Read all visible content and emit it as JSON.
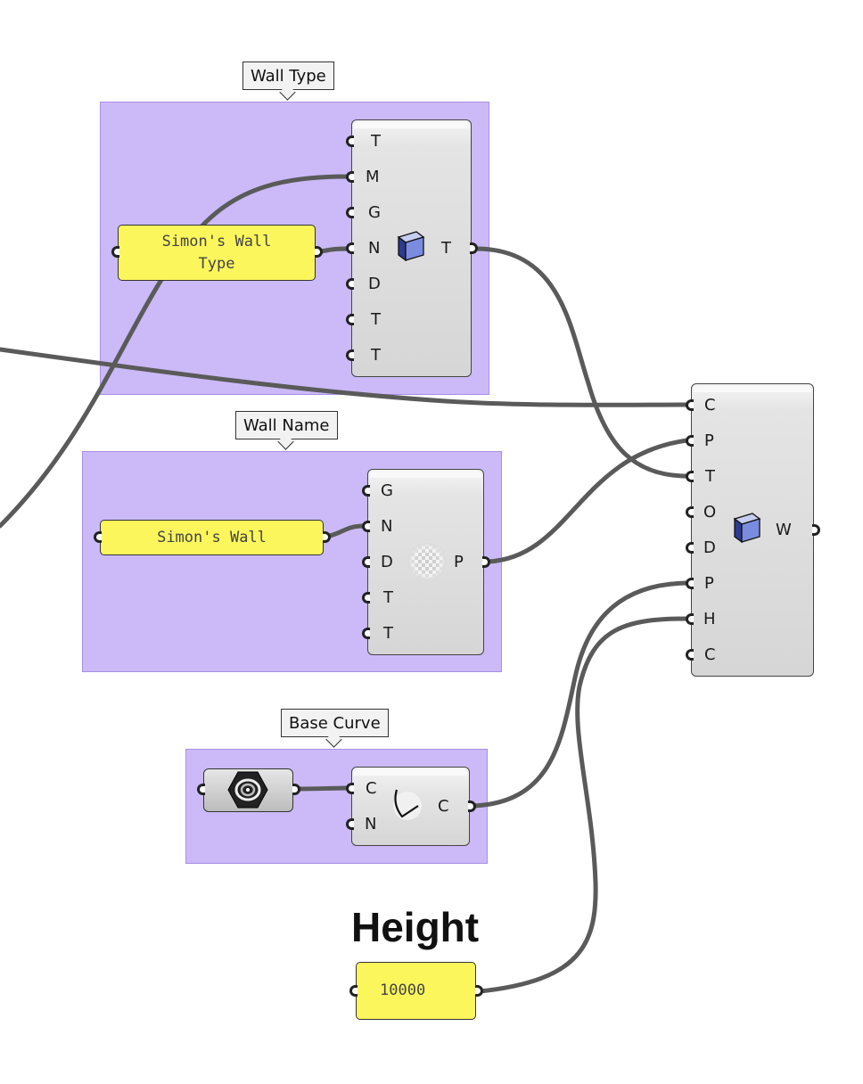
{
  "groups": {
    "wall_type": {
      "label": "Wall Type"
    },
    "wall_name": {
      "label": "Wall Name"
    },
    "base_curve": {
      "label": "Base Curve"
    }
  },
  "panels": {
    "wall_type_text": "Simon's Wall Type",
    "wall_type_line1": "Simon's Wall",
    "wall_type_line2": "Type",
    "wall_name_text": "Simon's Wall",
    "height_value": "10000"
  },
  "height_label": "Height",
  "components": {
    "wall_type": {
      "inputs": [
        "T",
        "M",
        "G",
        "N",
        "D",
        "T",
        "T"
      ],
      "outputs": [
        "T"
      ],
      "icon": "wall-type-icon"
    },
    "wall_name": {
      "inputs": [
        "G",
        "N",
        "D",
        "T",
        "T"
      ],
      "outputs": [
        "P"
      ],
      "icon": "transparent-material-icon"
    },
    "base_curve": {
      "inputs": [
        "C",
        "N"
      ],
      "outputs": [
        "C"
      ],
      "icon": "curve-icon"
    },
    "wall": {
      "inputs": [
        "C",
        "P",
        "T",
        "O",
        "D",
        "P",
        "H",
        "C"
      ],
      "outputs": [
        "W"
      ],
      "icon": "wall-icon"
    }
  },
  "curve_param": {
    "icon": "curve-param-icon"
  },
  "colors": {
    "group_fill": "#cbbaf7",
    "panel_fill": "#fcf65d",
    "wire": "#5a5a5a",
    "component": "#d6d6d6"
  }
}
